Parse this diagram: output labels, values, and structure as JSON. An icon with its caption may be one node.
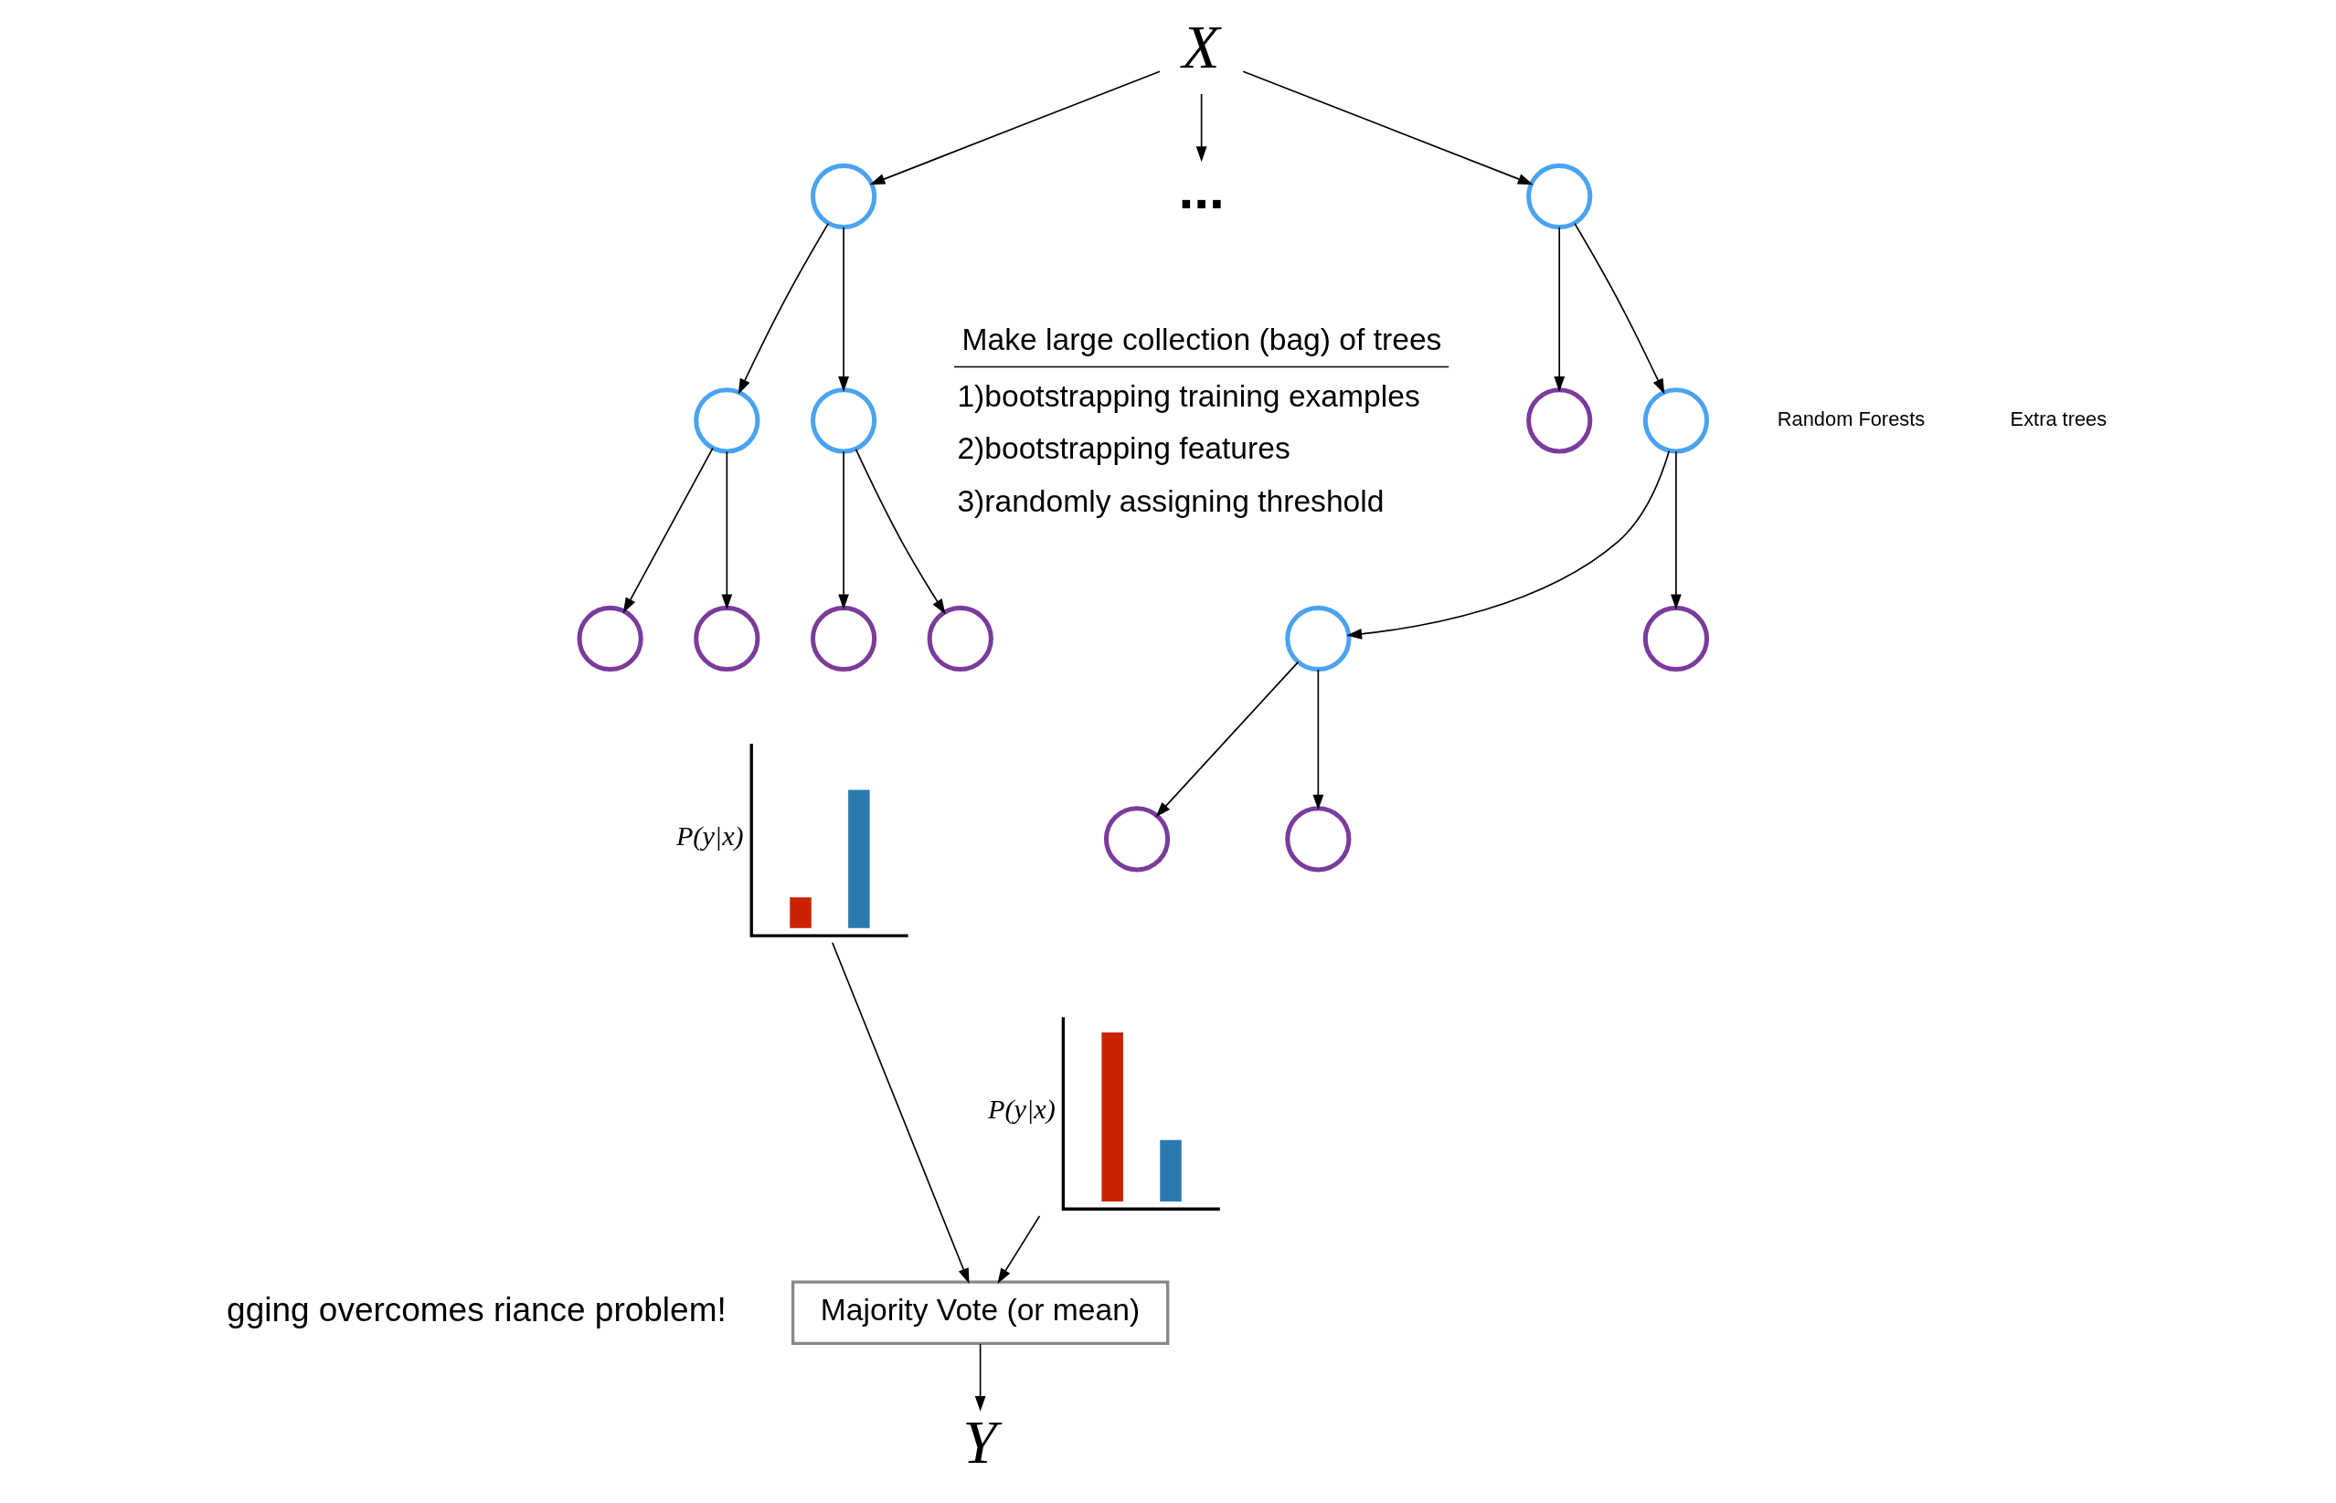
{
  "diagram": {
    "nodes": [
      {
        "text": [
          "X"
        ]
      },
      {
        "text": [],
        "shape": "circle"
      },
      {
        "text": [],
        "shape": "circle"
      },
      {
        "text": [],
        "shape": "circle"
      },
      {
        "text": [],
        "shape": "circle"
      },
      {
        "text": [],
        "shape": "circle"
      },
      {
        "text": [],
        "shape": "circle"
      },
      {
        "text": [],
        "shape": "circle"
      },
      {
        "text": [
          "P(y|x)"
        ]
      },
      {
        "text": [
          "..."
        ]
      },
      {
        "text": [],
        "shape": "circle"
      },
      {
        "text": [],
        "shape": "circle"
      },
      {
        "text": [],
        "shape": "circle"
      },
      {
        "text": [],
        "shape": "circle"
      },
      {
        "text": [],
        "shape": "circle"
      },
      {
        "text": [],
        "shape": "circle"
      },
      {
        "text": [],
        "shape": "circle"
      },
      {
        "text": [
          "P(y|x)"
        ]
      },
      {
        "text": [
          "Majority Vote (or mean)"
        ]
      },
      {
        "text": [
          "Y"
        ]
      }
    ],
    "edges": [
      {
        "from": 0,
        "to": 1,
        "arrow": "to"
      },
      {
        "from": 0,
        "to": 9,
        "arrow": "to"
      },
      {
        "from": 0,
        "to": 10,
        "arrow": "to"
      },
      {
        "from": 1,
        "to": 2,
        "arrow": "to"
      },
      {
        "from": 1,
        "to": 3,
        "arrow": "to"
      },
      {
        "from": 2,
        "to": 4,
        "arrow": "to"
      },
      {
        "from": 2,
        "to": 5,
        "arrow": "to"
      },
      {
        "from": 3,
        "to": 6,
        "arrow": "to"
      },
      {
        "from": 3,
        "to": 7,
        "arrow": "to"
      },
      {
        "from": 10,
        "to": 11,
        "arrow": "to"
      },
      {
        "from": 10,
        "to": 12,
        "arrow": "to"
      },
      {
        "from": 12,
        "to": 13,
        "arrow": "to"
      },
      {
        "from": 12,
        "to": 14,
        "arrow": "to"
      },
      {
        "from": 13,
        "to": 15,
        "arrow": "to"
      },
      {
        "from": 13,
        "to": 16,
        "arrow": "to"
      },
      {
        "from": 8,
        "to": 18,
        "arrow": "to"
      },
      {
        "from": 17,
        "to": 18,
        "arrow": "to"
      },
      {
        "from": 18,
        "to": 19,
        "arrow": "to"
      }
    ],
    "labels": [
      "Make large collection (bag) of trees",
      "1)bootstrapping training examples",
      "2)bootstrapping features",
      "3)randomly assigning threshold",
      "Random Forests",
      "Extra trees",
      "gging overcomes riance problem!"
    ]
  }
}
